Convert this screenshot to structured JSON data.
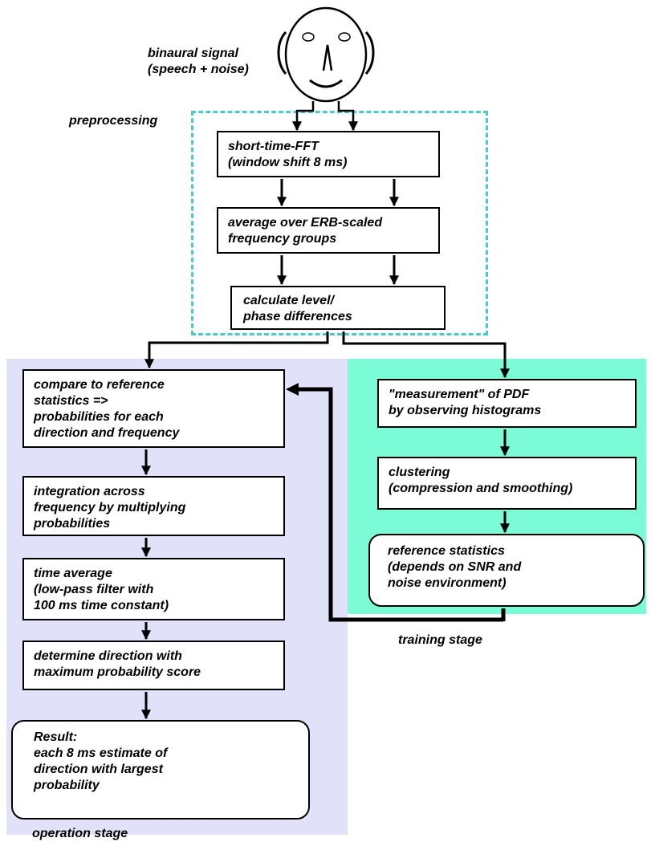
{
  "labels": {
    "binaural_signal": "binaural signal\n(speech + noise)",
    "preprocessing": "preprocessing",
    "training_stage": "training stage",
    "operation_stage": "operation stage"
  },
  "preprocessing": {
    "fft": "short-time-FFT\n(window shift 8 ms)",
    "erb": "average over ERB-scaled\nfrequency groups",
    "level_phase": "calculate level/\nphase differences"
  },
  "operation": {
    "compare": "compare to reference\nstatistics =>\nprobabilities for each\ndirection and frequency",
    "integration": "integration across\nfrequency by multiplying\nprobabilities",
    "time_average": "time average\n(low-pass filter with\n100 ms time constant)",
    "determine": "determine direction with\nmaximum probability score",
    "result": "Result:\neach 8 ms estimate of\ndirection with largest\nprobability"
  },
  "training": {
    "measurement": "\"measurement\" of PDF\nby observing histograms",
    "clustering": "clustering\n(compression and smoothing)",
    "reference": "reference statistics\n(depends on SNR and\nnoise environment)"
  },
  "colors": {
    "operation_panel": "#e2e1fa",
    "training_panel": "#7bfbd6",
    "preprocessing_frame": "#4ec9c9"
  }
}
